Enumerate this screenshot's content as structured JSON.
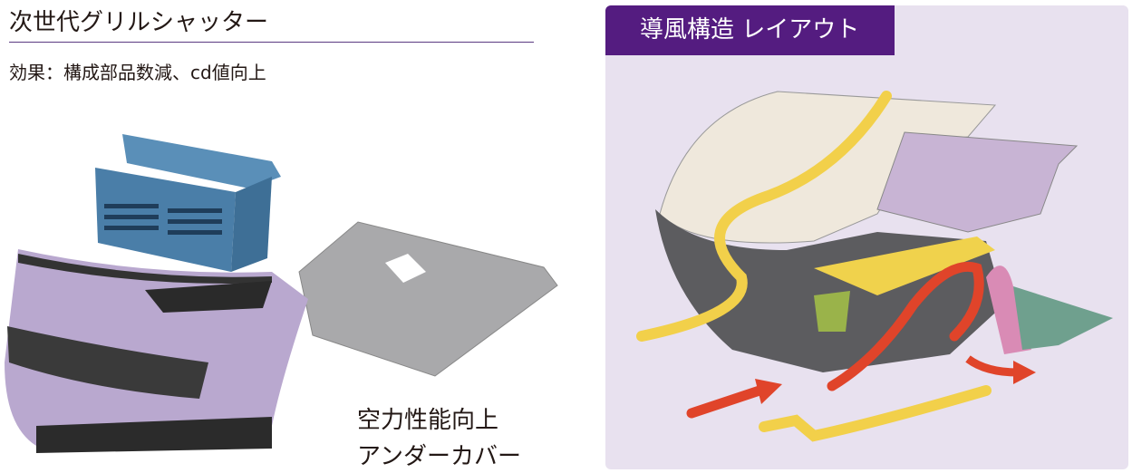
{
  "left": {
    "title": "次世代グリルシャッター",
    "subtitle": "効果：構成部品数減、cd値向上",
    "caption_line1": "空力性能向上",
    "caption_line2": "アンダーカバー"
  },
  "right": {
    "header": "導風構造 レイアウト"
  },
  "colors": {
    "accent": "#541c80",
    "panel_bg": "#e8e1ef",
    "shutter": "#4a7ea8",
    "body": "#b9a8cf",
    "airflow_red": "#e0442a",
    "airflow_yellow": "#f2d04a"
  }
}
